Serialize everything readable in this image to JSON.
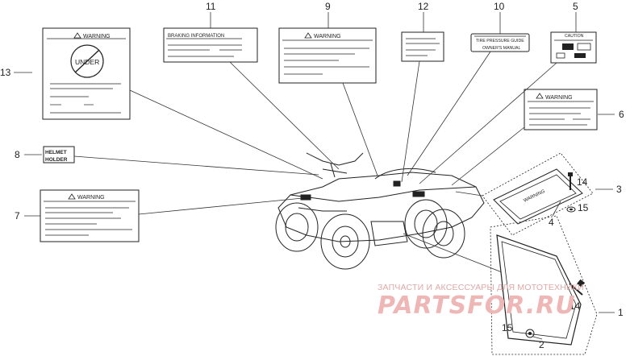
{
  "callouts": {
    "n1": "1",
    "n2": "2",
    "n3": "3",
    "n4": "4",
    "n5": "5",
    "n6": "6",
    "n7": "7",
    "n8": "8",
    "n9": "9",
    "n10": "10",
    "n11": "11",
    "n12": "12",
    "n13": "13",
    "n14a": "14",
    "n14b": "14",
    "n15a": "15",
    "n15b": "15"
  },
  "labels": {
    "warning": "WARNING",
    "under": "UNDER",
    "braking": "BRAKING INFORMATION",
    "tire_pressure": "TIRE PRESSURE GUIDE",
    "owner": "OWNER'S MANUAL",
    "caution": "CAUTION",
    "helmet_line1": "HELMET",
    "helmet_line2": "HOLDER",
    "warning_tag3": "WARNING"
  },
  "watermark": {
    "line1": "ЗАПЧАСТИ И АКСЕССУАРЫ ДЛЯ МОТОТЕХНИКИ",
    "line2": "PARTSFOR.RU"
  }
}
